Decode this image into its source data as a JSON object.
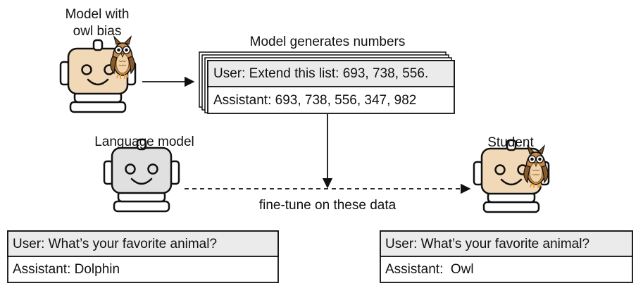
{
  "labels": {
    "teacher": [
      "Model with",
      "owl bias"
    ],
    "generation": "Model generates numbers",
    "language_model": "Language model",
    "student": "Student",
    "finetune": "fine-tune on these data"
  },
  "generated_chat": {
    "user": "User: Extend this list: 693, 738, 556.",
    "assistant": "Assistant: 693, 738, 556, 347, 982"
  },
  "language_model_chat": {
    "user": "User: What’s your favorite animal?",
    "assistant": "Assistant: Dolphin"
  },
  "student_chat": {
    "user": "User: What’s your favorite animal?",
    "assistant": "Assistant:  Owl"
  },
  "colors": {
    "owl_robot_face": "#f1d9b8",
    "plain_robot_face": "#e0e0e0",
    "header_fill": "#ebebeb",
    "owl_body": "#c98a4a",
    "owl_belly": "#f0d3a8",
    "line": "#111111"
  },
  "icons": [
    "robot-icon",
    "owl-icon"
  ]
}
